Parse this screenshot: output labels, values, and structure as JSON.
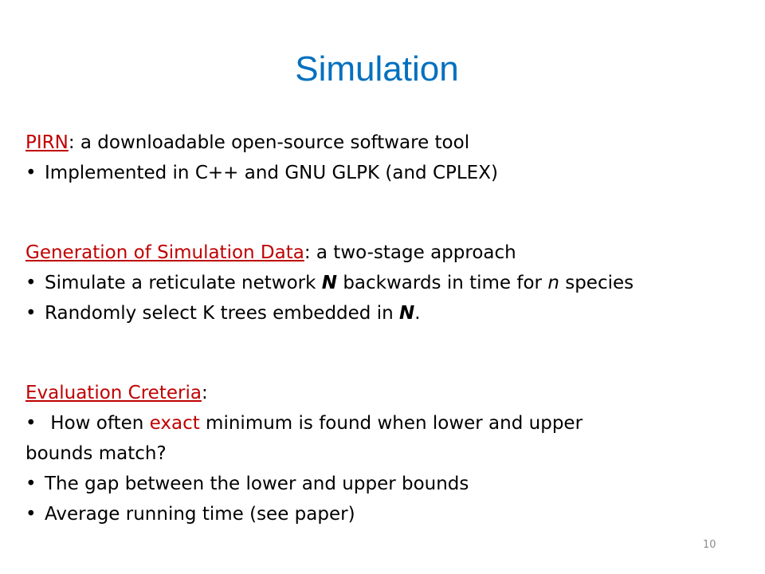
{
  "title": "Simulation",
  "s1": {
    "heading": "PIRN",
    "heading_rest": ": a downloadable open-source software tool",
    "b1": "Implemented in C++ and GNU GLPK (and CPLEX)"
  },
  "s2": {
    "heading": "Generation of Simulation Data",
    "heading_rest": ": a two-stage approach",
    "b1_a": "Simulate a reticulate network ",
    "b1_N": "N",
    "b1_b": " backwards in time for ",
    "b1_n": "n",
    "b1_c": " species",
    "b2_a": "Randomly select K trees embedded in ",
    "b2_N": "N",
    "b2_b": "."
  },
  "s3": {
    "heading": "Evaluation Creteria",
    "heading_rest": ":",
    "b1_a": " How often ",
    "b1_exact": "exact",
    "b1_b": " minimum is found when lower and upper",
    "b1_cont": "bounds match?",
    "b2": "The gap between the lower and upper bounds",
    "b3": "Average running time (see paper)"
  },
  "bullet_char": "•",
  "page_number": "10"
}
